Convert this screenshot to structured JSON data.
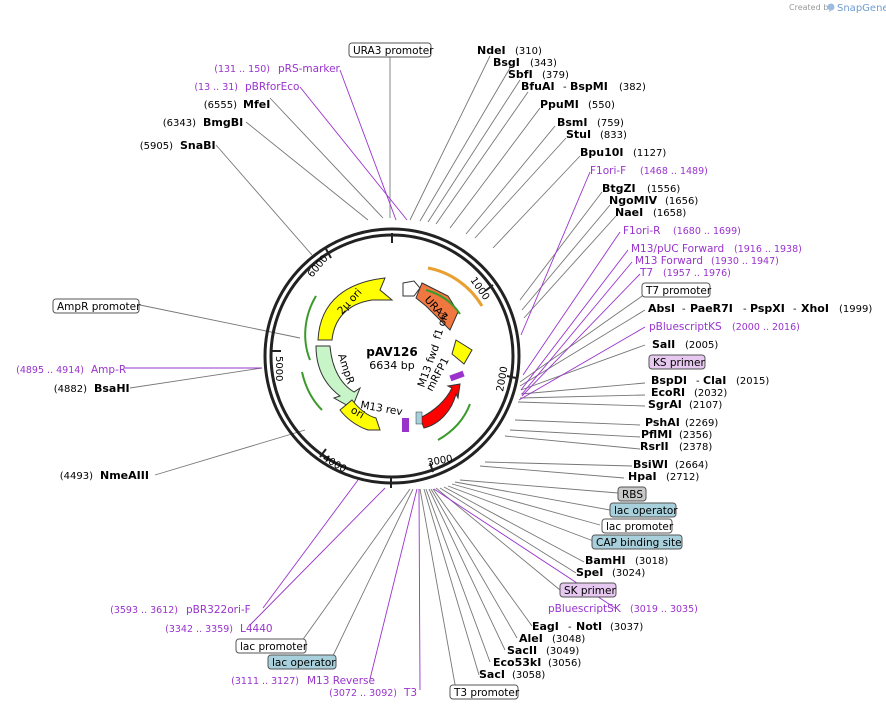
{
  "credit": {
    "prefix": "Created by",
    "brand": "SnapGene"
  },
  "plasmid": {
    "name": "pAV126",
    "size": "6634 bp"
  },
  "ticks": [
    "1000",
    "2000",
    "3000",
    "4000",
    "5000",
    "6000"
  ],
  "features": {
    "ura3": "URA3",
    "two_micron": "2µ ori",
    "ampr": "AmpR",
    "ori": "ori",
    "m13rev": "M13 rev",
    "mrfp1": "mRFP1",
    "m13fwd": "M13 fwd",
    "f1ori": "f1 ori"
  },
  "boxed": {
    "ura3_promoter": "URA3 promoter",
    "ampr_promoter": "AmpR promoter",
    "t7_promoter": "T7 promoter",
    "ks_primer": "KS primer",
    "rbs": "RBS",
    "lac_operator_r": "lac operator",
    "lac_promoter_r": "lac promoter",
    "cap_site": "CAP binding site",
    "sk_primer": "SK primer",
    "lac_promoter_l": "lac promoter",
    "lac_operator_l": "lac operator",
    "t3_promoter": "T3 promoter"
  },
  "left_labels": {
    "prs_marker": {
      "pos": "(131 .. 150)",
      "name": "pRS-marker"
    },
    "pbrforeco": {
      "pos": "(13 .. 31)",
      "name": "pBRforEco"
    },
    "mfei": {
      "pos": "(6555)",
      "name": "MfeI"
    },
    "bmgbi": {
      "pos": "(6343)",
      "name": "BmgBI"
    },
    "snabi": {
      "pos": "(5905)",
      "name": "SnaBI"
    },
    "amp_r": {
      "pos": "(4895 .. 4914)",
      "name": "Amp-R"
    },
    "bsahi": {
      "pos": "(4882)",
      "name": "BsaHI"
    },
    "nmeaiii": {
      "pos": "(4493)",
      "name": "NmeAIII"
    },
    "pbr322ori": {
      "pos": "(3593 .. 3612)",
      "name": "pBR322ori-F"
    },
    "l4440": {
      "pos": "(3342 .. 3359)",
      "name": "L4440"
    },
    "m13reverse": {
      "pos": "(3111 .. 3127)",
      "name": "M13 Reverse"
    },
    "t3": {
      "pos": "(3072 .. 3092)",
      "name": "T3"
    }
  },
  "right_labels": {
    "ndei": {
      "name": "NdeI",
      "pos": "(310)"
    },
    "bsgi": {
      "name": "BsgI",
      "pos": "(343)"
    },
    "sbfi": {
      "name": "SbfI",
      "pos": "(379)"
    },
    "bfuai": {
      "name": "BfuAI",
      "sep": "- ",
      "name2": "BspMI",
      "pos": "(382)"
    },
    "ppumi": {
      "name": "PpuMI",
      "pos": "(550)"
    },
    "bsmi": {
      "name": "BsmI",
      "pos": "(759)"
    },
    "stui": {
      "name": "StuI",
      "pos": "(833)"
    },
    "bpu10i": {
      "name": "Bpu10I",
      "pos": "(1127)"
    },
    "f1ori_f": {
      "name": "F1ori-F",
      "pos": "(1468 .. 1489)"
    },
    "btgzi": {
      "name": "BtgZI",
      "pos": "(1556)"
    },
    "ngomiv": {
      "name": "NgoMIV",
      "pos": "(1656)"
    },
    "naei": {
      "name": "NaeI",
      "pos": "(1658)"
    },
    "f1ori_r": {
      "name": "F1ori-R",
      "pos": "(1680 .. 1699)"
    },
    "m13puc": {
      "name": "M13/pUC Forward",
      "pos": "(1916 .. 1938)"
    },
    "m13fwd": {
      "name": "M13 Forward",
      "pos": "(1930 .. 1947)"
    },
    "t7": {
      "name": "T7",
      "pos": "(1957 .. 1976)"
    },
    "absi": {
      "name": "AbsI",
      "name2": "PaeR7I",
      "name3": "PspXI",
      "name4": "XhoI",
      "pos": "(1999)"
    },
    "pbluescriptks": {
      "name": "pBluescriptKS",
      "pos": "(2000 .. 2016)"
    },
    "sali": {
      "name": "SalI",
      "pos": "(2005)"
    },
    "bspdi": {
      "name": "BspDI",
      "name2": "ClaI",
      "pos": "(2015)"
    },
    "ecori": {
      "name": "EcoRI",
      "pos": "(2032)"
    },
    "sgrai": {
      "name": "SgrAI",
      "pos": "(2107)"
    },
    "pshai": {
      "name": "PshAI",
      "pos": "(2269)"
    },
    "pflmi": {
      "name": "PflMI",
      "pos": "(2356)"
    },
    "rsrii": {
      "name": "RsrII",
      "pos": "(2378)"
    },
    "bsiwi": {
      "name": "BsiWI",
      "pos": "(2664)"
    },
    "hpai": {
      "name": "HpaI",
      "pos": "(2712)"
    },
    "bamhi": {
      "name": "BamHI",
      "pos": "(3018)"
    },
    "spei": {
      "name": "SpeI",
      "pos": "(3024)"
    },
    "pbluescriptsk": {
      "name": "pBluescriptSK",
      "pos": "(3019 .. 3035)"
    },
    "eagi": {
      "name": "EagI",
      "name2": "NotI",
      "pos": "(3037)"
    },
    "alei": {
      "name": "AleI",
      "pos": "(3048)"
    },
    "sacii": {
      "name": "SacII",
      "pos": "(3049)"
    },
    "eco53ki": {
      "name": "Eco53kI",
      "pos": "(3056)"
    },
    "saci": {
      "name": "SacI",
      "pos": "(3058)"
    }
  },
  "colors": {
    "backbone": "#222222",
    "ura3": "#f07840",
    "yellow": "#ffff00",
    "ampr": "#c8f5c8",
    "mrfp1": "#ff0000",
    "primer": "#9933cc",
    "arrow_green": "#3a9a2a",
    "arrow_orange": "#e8a030",
    "ks_primer_fill": "#e6c8f0",
    "sk_primer_fill": "#e6c8f0",
    "lac_operator_fill": "#a8d0dc",
    "cap_fill": "#a8d0dc",
    "rbs_fill": "#c8c8c8"
  }
}
